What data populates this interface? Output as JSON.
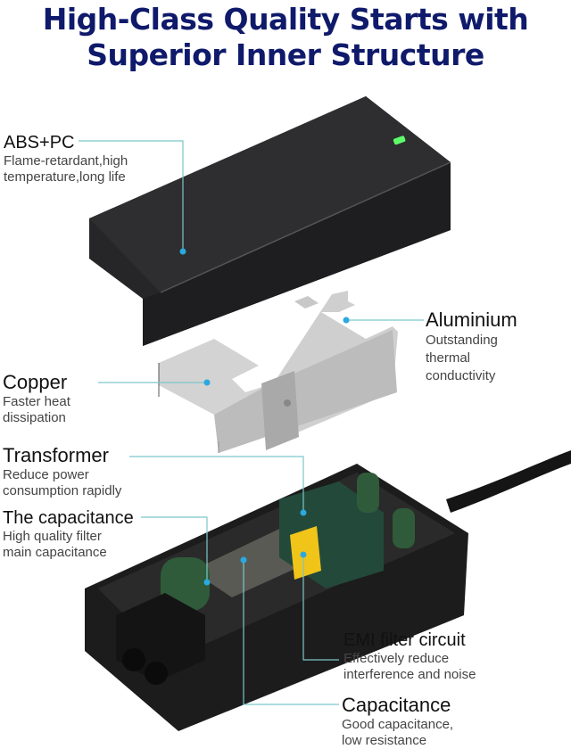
{
  "title": {
    "line1": "High-Class Quality Starts with",
    "line2": "Superior Inner Structure"
  },
  "labels": {
    "abs_pc": {
      "heading": "ABS+PC",
      "desc_line1": "Flame-retardant,high",
      "desc_line2": "temperature,long life"
    },
    "aluminium": {
      "heading": "Aluminium",
      "desc_line1": "Outstanding",
      "desc_line2": "thermal",
      "desc_line3": "conductivity"
    },
    "copper": {
      "heading": "Copper",
      "desc_line1": "Faster heat",
      "desc_line2": "dissipation"
    },
    "transformer": {
      "heading": "Transformer",
      "desc_line1": "Reduce power",
      "desc_line2": "consumption rapidly"
    },
    "the_capacitance": {
      "heading": "The capacitance",
      "desc_line1": "High quality filter",
      "desc_line2": "main capacitance"
    },
    "emi": {
      "heading": "EMI filter circuit",
      "desc_line1": "Effectively reduce",
      "desc_line2": "interference and noise"
    },
    "capacitance": {
      "heading": "Capacitance",
      "desc_line1": "Good capacitance,",
      "desc_line2": "low resistance"
    }
  },
  "colors": {
    "title": "#0f1a6b",
    "leader_line": "#7cc6c9",
    "leader_dot": "#2aa9e0",
    "case": "#2b2b2d",
    "led": "#5dff6a",
    "metal": "#c9c9c9"
  }
}
